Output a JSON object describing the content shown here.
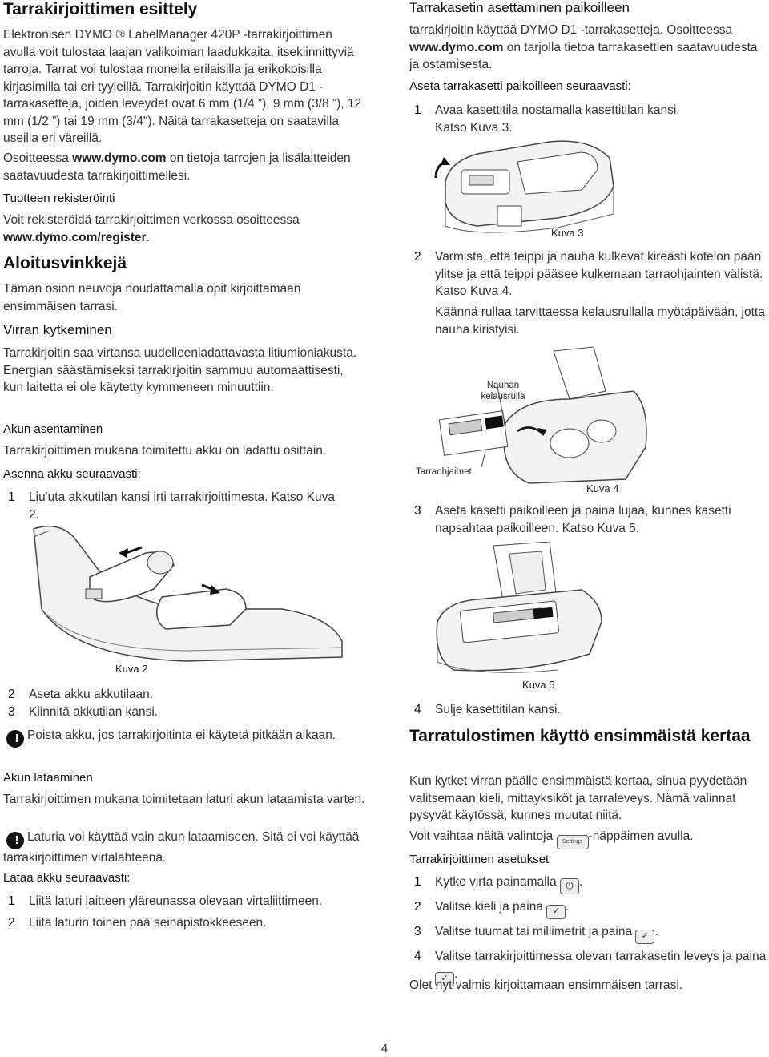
{
  "left": {
    "intro_title": "Tarrakirjoittimen esittely",
    "intro_p1": "Elektronisen DYMO ® LabelManager 420P -tarrakirjoittimen avulla voit tulostaa laajan valikoiman laadukkaita, itsekiinnittyviä tarroja. Tarrat voi tulostaa monella erilaisilla ja erikokoisilla kirjasimilla tai eri tyyleillä. Tarrakirjoitin käyttää DYMO D1 -tarrakasetteja, joiden leveydet ovat 6 mm (1/4 ”), 9 mm (3/8 ”), 12 mm (1/2 ”) tai 19 mm (3/4\"). Näitä tarrakasetteja on saatavilla useilla eri väreillä.",
    "intro_p2_a": "Osoitteessa ",
    "intro_p2_link": "www.dymo.com",
    "intro_p2_b": " on tietoja tarrojen ja lisälaitteiden saatavuudesta tarrakirjoittimellesi.",
    "reg_title": "Tuotteen rekisteröinti",
    "reg_p_a": "Voit rekisteröidä tarrakirjoittimen verkossa osoitteessa ",
    "reg_p_link": "www.dymo.com/register",
    "reg_p_b": ".",
    "tips_title": "Aloitusvinkkejä",
    "tips_p": "Tämän osion neuvoja noudattamalla opit kirjoittamaan ensimmäisen tarrasi.",
    "power_title": "Virran kytkeminen",
    "power_p": "Tarrakirjoitin saa virtansa uudelleenladattavasta litiumioniakusta. Energian säästämiseksi tarrakirjoitin sammuu automaattisesti, kun laitetta ei ole käytetty kymmeneen minuuttiin.",
    "battery_title": "Akun asentaminen",
    "battery_p": "Tarrakirjoittimen mukana toimitettu akku on ladattu osittain.",
    "battery_steps_title": "Asenna akku seuraavasti:",
    "battery_steps": [
      {
        "n": "1",
        "text": "Liu'uta akkutilan kansi irti tarrakirjoittimesta. Katso Kuva 2."
      }
    ],
    "fig2_caption": "Kuva 2",
    "battery_steps2": [
      {
        "n": "2",
        "text": "Aseta akku akkutilaan."
      },
      {
        "n": "3",
        "text": "Kiinnitä akkutilan kansi."
      }
    ],
    "warn1_text": "Poista akku, jos tarrakirjoitinta ei käytetä pitkään aikaan.",
    "charge_title": "Akun lataaminen",
    "charge_p": "Tarrakirjoittimen mukana toimitetaan laturi akun lataamista varten.",
    "warn2_text": "Laturia voi käyttää vain akun lataamiseen. Sitä ei voi käyttää tarrakirjoittimen virtalähteenä.",
    "charge_steps_title": "Lataa akku seuraavasti:",
    "charge_steps": [
      {
        "n": "1",
        "text": "Liitä laturi laitteen yläreunassa olevaan virtaliittimeen."
      },
      {
        "n": "2",
        "text": "Liitä laturin toinen pää seinäpistokkeeseen."
      }
    ]
  },
  "right": {
    "cassette_title": "Tarrakasetin asettaminen paikoilleen",
    "cassette_p_a": "tarrakirjoitin käyttää DYMO D1 -tarrakasetteja. Osoitteessa ",
    "cassette_p_link": "www.dymo.com",
    "cassette_p_b": " on tarjolla tietoa tarrakasettien saatavuudesta ja ostamisesta.",
    "cassette_steps_title": "Aseta tarrakasetti paikoilleen seuraavasti:",
    "steps1": [
      {
        "n": "1",
        "text": "Avaa kasettitila nostamalla kasettitilan kansi. Katso Kuva 3."
      }
    ],
    "fig3_caption": "Kuva 3",
    "steps2": [
      {
        "n": "2",
        "text": "Varmista, että teippi ja nauha kulkevat kireästi kotelon pään ylitse ja että teippi pääsee kulkemaan tarraohjainten välistä. Katso Kuva 4."
      }
    ],
    "step2_extra": "Käännä rullaa tarvittaessa kelausrullalla myötäpäivään, jotta nauha kiristyisi.",
    "fig4_label_spool": "Nauhan kelausrulla",
    "fig4_label_guides": "Tarraohjaimet",
    "fig4_caption": "Kuva 4",
    "steps3": [
      {
        "n": "3",
        "text": "Aseta kasetti paikoilleen ja paina lujaa, kunnes kasetti napsahtaa paikoilleen. Katso Kuva 5."
      }
    ],
    "fig5_caption": "Kuva 5",
    "steps4": [
      {
        "n": "4",
        "text": "Sulje kasettitilan kansi."
      }
    ],
    "first_title": "Tarratulostimen käyttö ensimmäistä kertaa",
    "first_p": "Kun kytket virran päälle ensimmäistä kertaa, sinua pyydetään valitsemaan kieli, mittayksiköt ja tarraleveys. Nämä valinnat pysyvät käytössä, kunnes muutat niitä.",
    "first_p2_a": "Voit vaihtaa näitä valintoja ",
    "settings_key_label": "Settings",
    "first_p2_b": "-näppäimen avulla.",
    "setup_title": "Tarrakirjoittimen asetukset",
    "setup_steps": [
      {
        "n": "1",
        "text": "Kytke virta painamalla",
        "icon": "power-key-icon"
      },
      {
        "n": "2",
        "text": "Valitse kieli ja paina",
        "icon": "ok-key-icon"
      },
      {
        "n": "3",
        "text": "Valitse tuumat tai millimetrit ja paina",
        "icon": "ok-key-icon"
      },
      {
        "n": "4",
        "text": "Valitse tarrakirjoittimessa olevan tarrakasetin leveys ja paina",
        "icon": "ok-key-icon"
      }
    ],
    "final_p": "Olet nyt valmis kirjoittamaan ensimmäisen tarrasi."
  },
  "page_number": "4"
}
